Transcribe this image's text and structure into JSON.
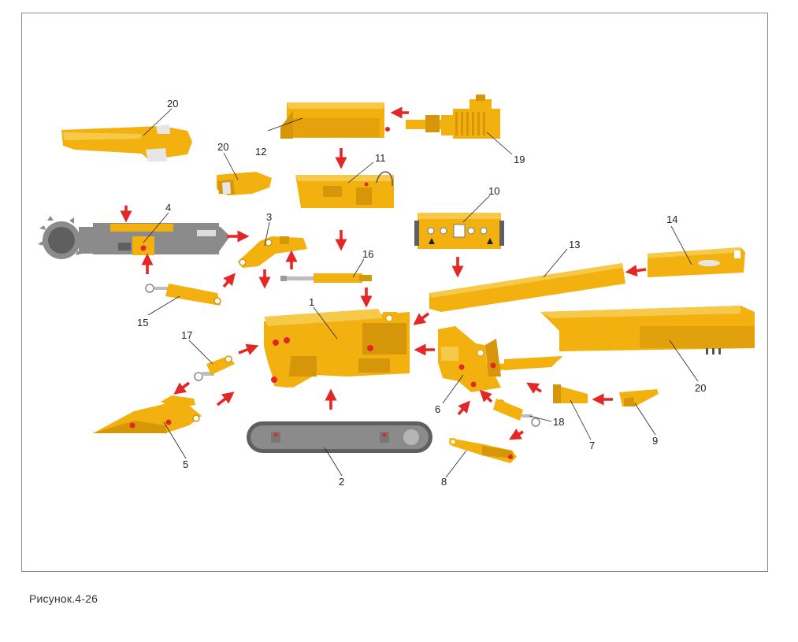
{
  "caption": "Рисунок.4-26",
  "colors": {
    "part_yellow": "#f2b10f",
    "part_gray": "#8b8b8b",
    "arrow_red": "#e32626",
    "frame_border": "#8a8a8a"
  },
  "labels": {
    "n1": "1",
    "n2": "2",
    "n3": "3",
    "n4": "4",
    "n5": "5",
    "n6": "6",
    "n7": "7",
    "n8": "8",
    "n9": "9",
    "n10": "10",
    "n11": "11",
    "n12": "12",
    "n13": "13",
    "n14": "14",
    "n15": "15",
    "n16": "16",
    "n17": "17",
    "n18": "18",
    "n19": "19",
    "n20a": "20",
    "n20b": "20",
    "n20c": "20"
  }
}
